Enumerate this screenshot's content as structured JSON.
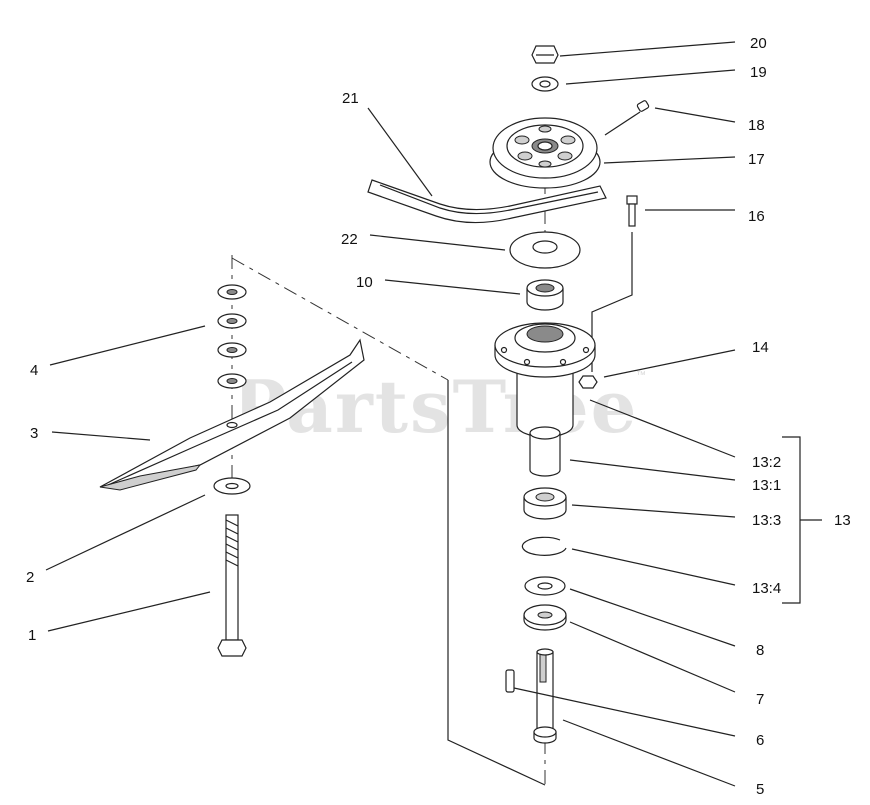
{
  "watermark": {
    "text": "PartsTree",
    "tm": "™"
  },
  "callouts": [
    {
      "id": "c20",
      "text": "20"
    },
    {
      "id": "c19",
      "text": "19"
    },
    {
      "id": "c18",
      "text": "18"
    },
    {
      "id": "c17",
      "text": "17"
    },
    {
      "id": "c21",
      "text": "21"
    },
    {
      "id": "c16",
      "text": "16"
    },
    {
      "id": "c22",
      "text": "22"
    },
    {
      "id": "c10",
      "text": "10"
    },
    {
      "id": "c14",
      "text": "14"
    },
    {
      "id": "c4",
      "text": "4"
    },
    {
      "id": "c3",
      "text": "3"
    },
    {
      "id": "c13-2",
      "text": "13:2"
    },
    {
      "id": "c13-1",
      "text": "13:1"
    },
    {
      "id": "c13-3",
      "text": "13:3"
    },
    {
      "id": "c13",
      "text": "13"
    },
    {
      "id": "c13-4",
      "text": "13:4"
    },
    {
      "id": "c2",
      "text": "2"
    },
    {
      "id": "c8",
      "text": "8"
    },
    {
      "id": "c1",
      "text": "1"
    },
    {
      "id": "c7",
      "text": "7"
    },
    {
      "id": "c6",
      "text": "6"
    },
    {
      "id": "c5",
      "text": "5"
    }
  ]
}
